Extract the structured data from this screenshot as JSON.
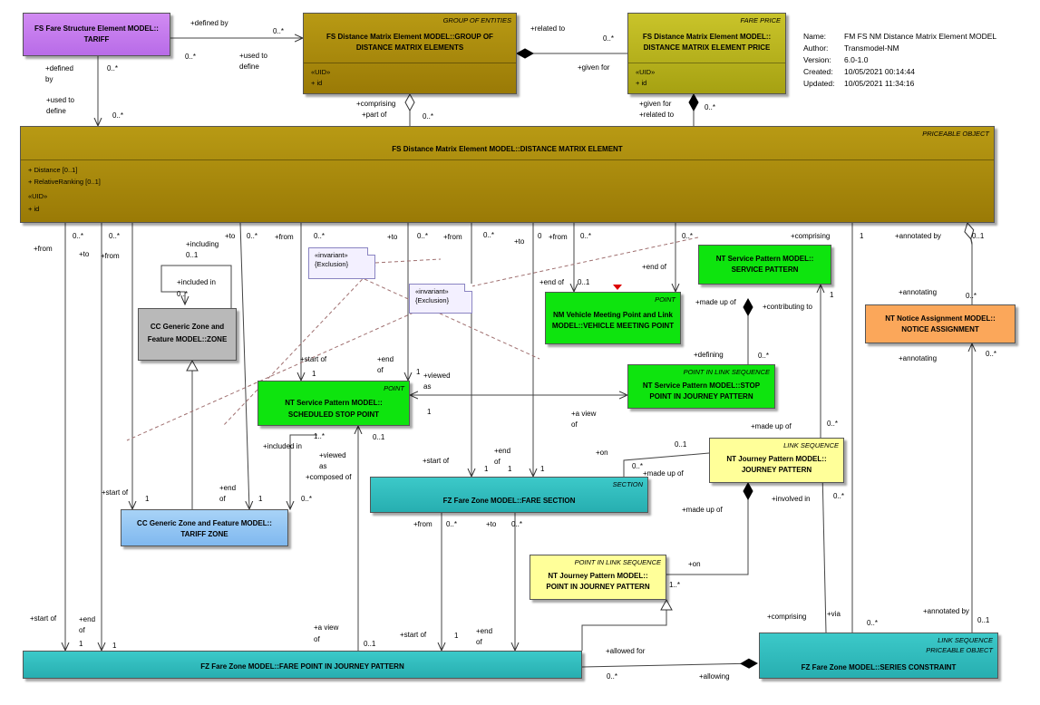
{
  "meta": {
    "name_key": "Name:",
    "name": "FM FS NM Distance Matrix Element MODEL",
    "author_key": "Author:",
    "author": "Transmodel-NM",
    "version_key": "Version:",
    "version": "6.0-1.0",
    "created_key": "Created:",
    "created": "10/05/2021 00:14:44",
    "updated_key": "Updated:",
    "updated": "10/05/2021 11:34:16"
  },
  "classes": {
    "tariff": {
      "line1": "FS Fare Structure Element MODEL::",
      "line2": "TARIFF"
    },
    "group": {
      "stereotype": "GROUP OF ENTITIES",
      "line1": "FS Distance Matrix Element MODEL::GROUP OF",
      "line2": "DISTANCE MATRIX ELEMENTS",
      "uid": "«UID»",
      "attr": "+    id"
    },
    "price": {
      "stereotype": "FARE PRICE",
      "line1": "FS Distance Matrix Element MODEL::",
      "line2": "DISTANCE MATRIX ELEMENT PRICE",
      "uid": "«UID»",
      "attr": "+    id"
    },
    "dme": {
      "stereotype": "PRICEABLE OBJECT",
      "line1": "FS Distance Matrix Element MODEL::DISTANCE MATRIX ELEMENT",
      "attr1": "+    Distance [0..1]",
      "attr2": "+    RelativeRanking [0..1]",
      "uid": "«UID»",
      "attr3": "+    id"
    },
    "zone": {
      "line1": "CC Generic Zone and",
      "line2": "Feature MODEL::ZONE"
    },
    "vmp": {
      "stereotype": "POINT",
      "line1": "NM Vehicle Meeting Point and Link",
      "line2": "MODEL::VEHICLE MEETING POINT"
    },
    "sp": {
      "line1": "NT Service Pattern MODEL::",
      "line2": "SERVICE PATTERN"
    },
    "notice": {
      "line1": "NT Notice Assignment MODEL::",
      "line2": "NOTICE ASSIGNMENT"
    },
    "ssp": {
      "stereotype": "POINT",
      "line1": "NT Service Pattern MODEL::",
      "line2": "SCHEDULED STOP POINT"
    },
    "spjp": {
      "stereotype": "POINT IN LINK SEQUENCE",
      "line1": "NT Service Pattern MODEL::STOP",
      "line2": "POINT IN JOURNEY PATTERN"
    },
    "jp": {
      "stereotype": "LINK SEQUENCE",
      "line1": "NT Journey Pattern MODEL::",
      "line2": "JOURNEY PATTERN"
    },
    "section": {
      "stereotype": "SECTION",
      "line1": "FZ Fare Zone MODEL::FARE SECTION"
    },
    "tz": {
      "line1": "CC Generic Zone and Feature MODEL::",
      "line2": "TARIFF ZONE"
    },
    "pijp": {
      "stereotype": "POINT IN LINK SEQUENCE",
      "line1": "NT Journey Pattern MODEL::",
      "line2": "POINT IN JOURNEY PATTERN"
    },
    "fpjp": {
      "line1": "FZ Fare Zone MODEL::FARE POINT IN JOURNEY PATTERN"
    },
    "sc": {
      "stereotype1": "LINK SEQUENCE",
      "stereotype2": "PRICEABLE OBJECT",
      "line1": "FZ Fare Zone MODEL::SERIES CONSTRAINT"
    }
  },
  "notes": [
    {
      "line1": "«invariant»",
      "line2": "{Exclusion}"
    },
    {
      "line1": "«invariant»",
      "line2": "{Exclusion}"
    }
  ],
  "labels": [
    "+defined by",
    "0..*",
    "0..*",
    "+used to",
    "define",
    "+defined",
    "by",
    "0..*",
    "+used to",
    "define",
    "0..*",
    "+related to",
    "0..*",
    "+given for",
    "+comprising",
    "+part of",
    "0..*",
    "+given for",
    "+related to",
    "0..*",
    "+from",
    "+to",
    "0..*",
    "0..*",
    "+from",
    "+including",
    "0..1",
    "+to",
    "0..*",
    "+from",
    "0..*",
    "+included in",
    "0..*",
    "+to",
    "0..*",
    "+from",
    "0..*",
    "+to",
    "0",
    "+from",
    "0..*",
    "0..*",
    "+comprising",
    "1",
    "+annotated by",
    "0..1",
    "+end of",
    "0..1",
    "+end of",
    "+made up of",
    "+contributing to",
    "1",
    "+annotating",
    "0..*",
    "+start of",
    "1",
    "+end",
    "of",
    "1",
    "+viewed",
    "as",
    "+defining",
    "0..*",
    "+annotating",
    "0..*",
    "1",
    "+a view",
    "of",
    "+made up of",
    "0..*",
    "1..*",
    "0..1",
    "+included in",
    "+viewed",
    "as",
    "+composed of",
    "0..*",
    "+start of",
    "1",
    "+end",
    "of",
    "1",
    "1",
    "+on",
    "0..1",
    "0..*",
    "+made up of",
    "+start of",
    "1",
    "+end",
    "of",
    "1",
    "+involved in",
    "0..*",
    "+made up of",
    "+from",
    "0..*",
    "+to",
    "0..*",
    "+on",
    "1..*",
    "+comprising",
    "+via",
    "0..*",
    "+annotated by",
    "0..1",
    "+start of",
    "+end",
    "of",
    "1",
    "1",
    "+a view",
    "of",
    "0..1",
    "+start of",
    "1",
    "+end",
    "of",
    "+allowed for",
    "0..*",
    "+allowing"
  ]
}
